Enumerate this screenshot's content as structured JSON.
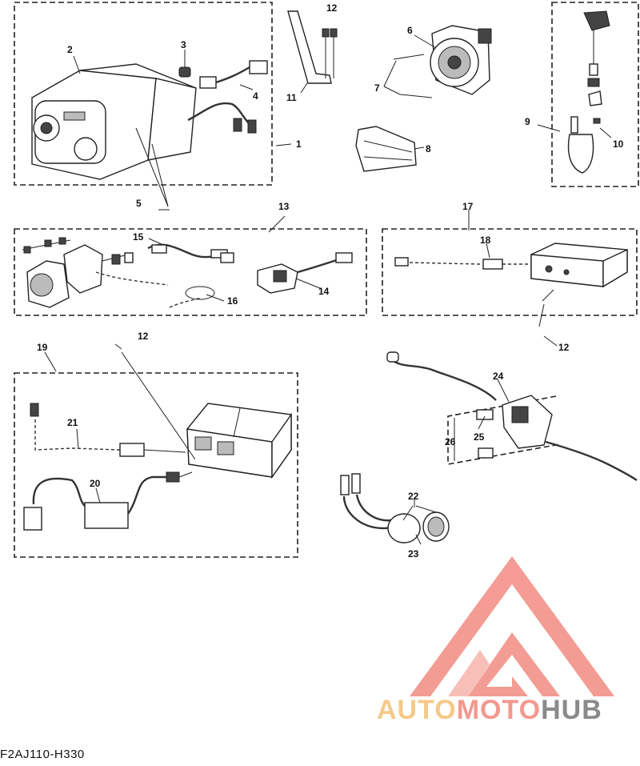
{
  "diagram": {
    "callouts": [
      "1",
      "2",
      "3",
      "4",
      "5",
      "6",
      "7",
      "8",
      "9",
      "10",
      "11",
      "12",
      "13",
      "14",
      "15",
      "16",
      "17",
      "18",
      "19",
      "20",
      "21",
      "22",
      "23",
      "24",
      "25",
      "26"
    ]
  },
  "footer": {
    "code": "F2AJ110-H330"
  },
  "watermark": {
    "part1": "AUTO",
    "part2": "MOTO",
    "part3": "HUB",
    "colors": {
      "auto": "#f5c98a",
      "moto": "#f2998f",
      "hub": "#8a8a8a",
      "logo": "#f28b82"
    }
  }
}
